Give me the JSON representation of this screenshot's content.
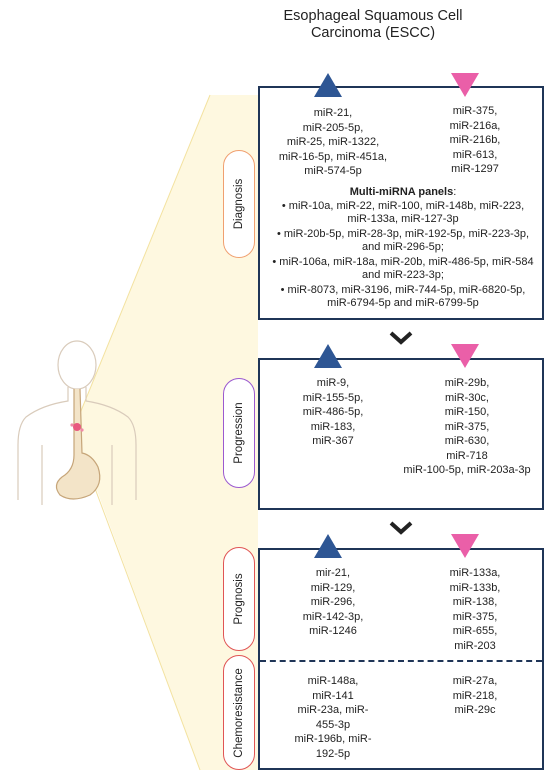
{
  "title": "Esophageal Squamous Cell Carcinoma (ESCC)",
  "colors": {
    "panel_border": "#1f3557",
    "up_triangle": "#2e5694",
    "down_triangle": "#ea5fa8",
    "diagnosis": "#f0a070",
    "progression": "#9b59d0",
    "prognosis": "#e05555",
    "chemoresistance": "#e05555"
  },
  "sections": {
    "diagnosis": {
      "label": "Diagnosis",
      "up": [
        "miR-21,",
        "miR-205-5p,",
        "miR-25, miR-1322,",
        "miR-16-5p, miR-451a,",
        "miR-574-5p"
      ],
      "down": [
        "miR-375,",
        "miR-216a,",
        "miR-216b,",
        "miR-613,",
        "miR-1297"
      ],
      "panels_heading": "Multi-miRNA panels",
      "panels_colon": ":",
      "panels": [
        "miR-10a, miR-22, miR-100, miR-148b, miR-223, miR-133a, miR-127-3p",
        "miR-20b-5p, miR-28-3p, miR-192-5p, miR-223-3p, and miR-296-5p;",
        "miR-106a, miR-18a, miR-20b, miR-486-5p, miR-584 and miR-223-3p;",
        "miR-8073, miR-3196, miR-744-5p, miR-6820-5p, miR-6794-5p and miR-6799-5p"
      ]
    },
    "progression": {
      "label": "Progression",
      "up": [
        "miR-9,",
        "miR-155-5p,",
        "miR-486-5p,",
        "miR-183,",
        "miR-367"
      ],
      "down": [
        "miR-29b,",
        "miR-30c,",
        "miR-150,",
        "miR-375,",
        "miR-630,",
        "miR-718",
        "miR-100-5p, miR-203a-3p"
      ]
    },
    "prognosis": {
      "label": "Prognosis",
      "up": [
        "mir-21,",
        "miR-129,",
        "miR-296,",
        "miR-142-3p,",
        "miR-1246"
      ],
      "down": [
        "miR-133a,",
        "miR-133b,",
        "miR-138,",
        "miR-375,",
        "miR-655,",
        "miR-203"
      ]
    },
    "chemoresistance": {
      "label": "Chemoresistance",
      "up": [
        "miR-148a,",
        "miR-141",
        "miR-23a, miR-",
        "455-3p",
        "miR-196b, miR-",
        "192-5p"
      ],
      "down": [
        "miR-27a,",
        "miR-218,",
        "miR-29c"
      ]
    }
  }
}
